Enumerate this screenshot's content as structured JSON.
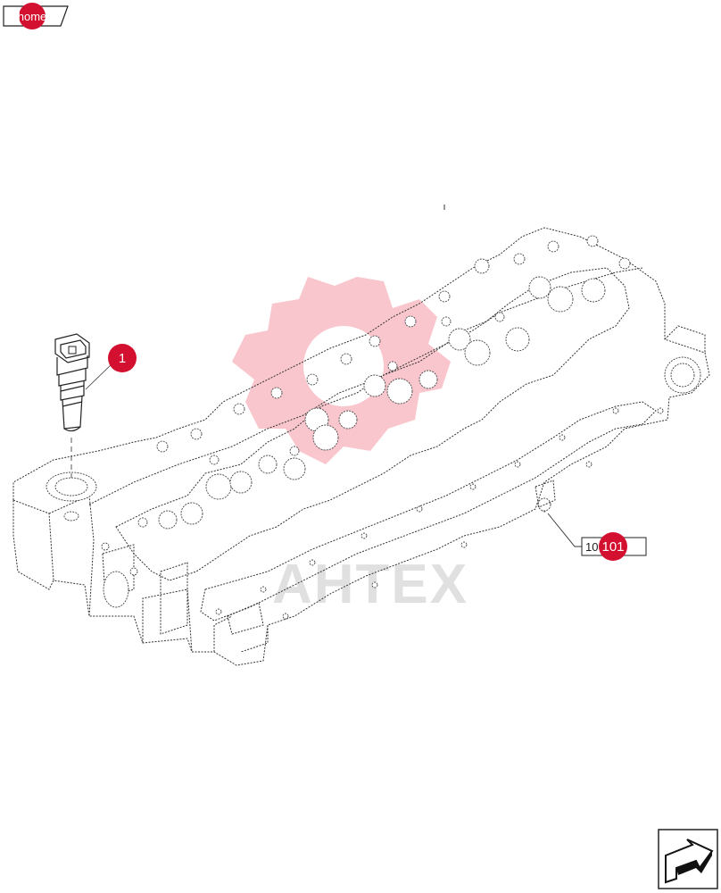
{
  "nav": {
    "home_label": "home"
  },
  "callouts": [
    {
      "number": "1"
    },
    {
      "number": "101",
      "ref_text": "10    RA"
    }
  ],
  "watermark": {
    "text": "AHTEX",
    "color": "#e3001b"
  },
  "colors": {
    "callout": "#d3102f",
    "line": "#333333",
    "background": "#ffffff"
  },
  "icons": {
    "next_page": "arrow-next-icon"
  }
}
